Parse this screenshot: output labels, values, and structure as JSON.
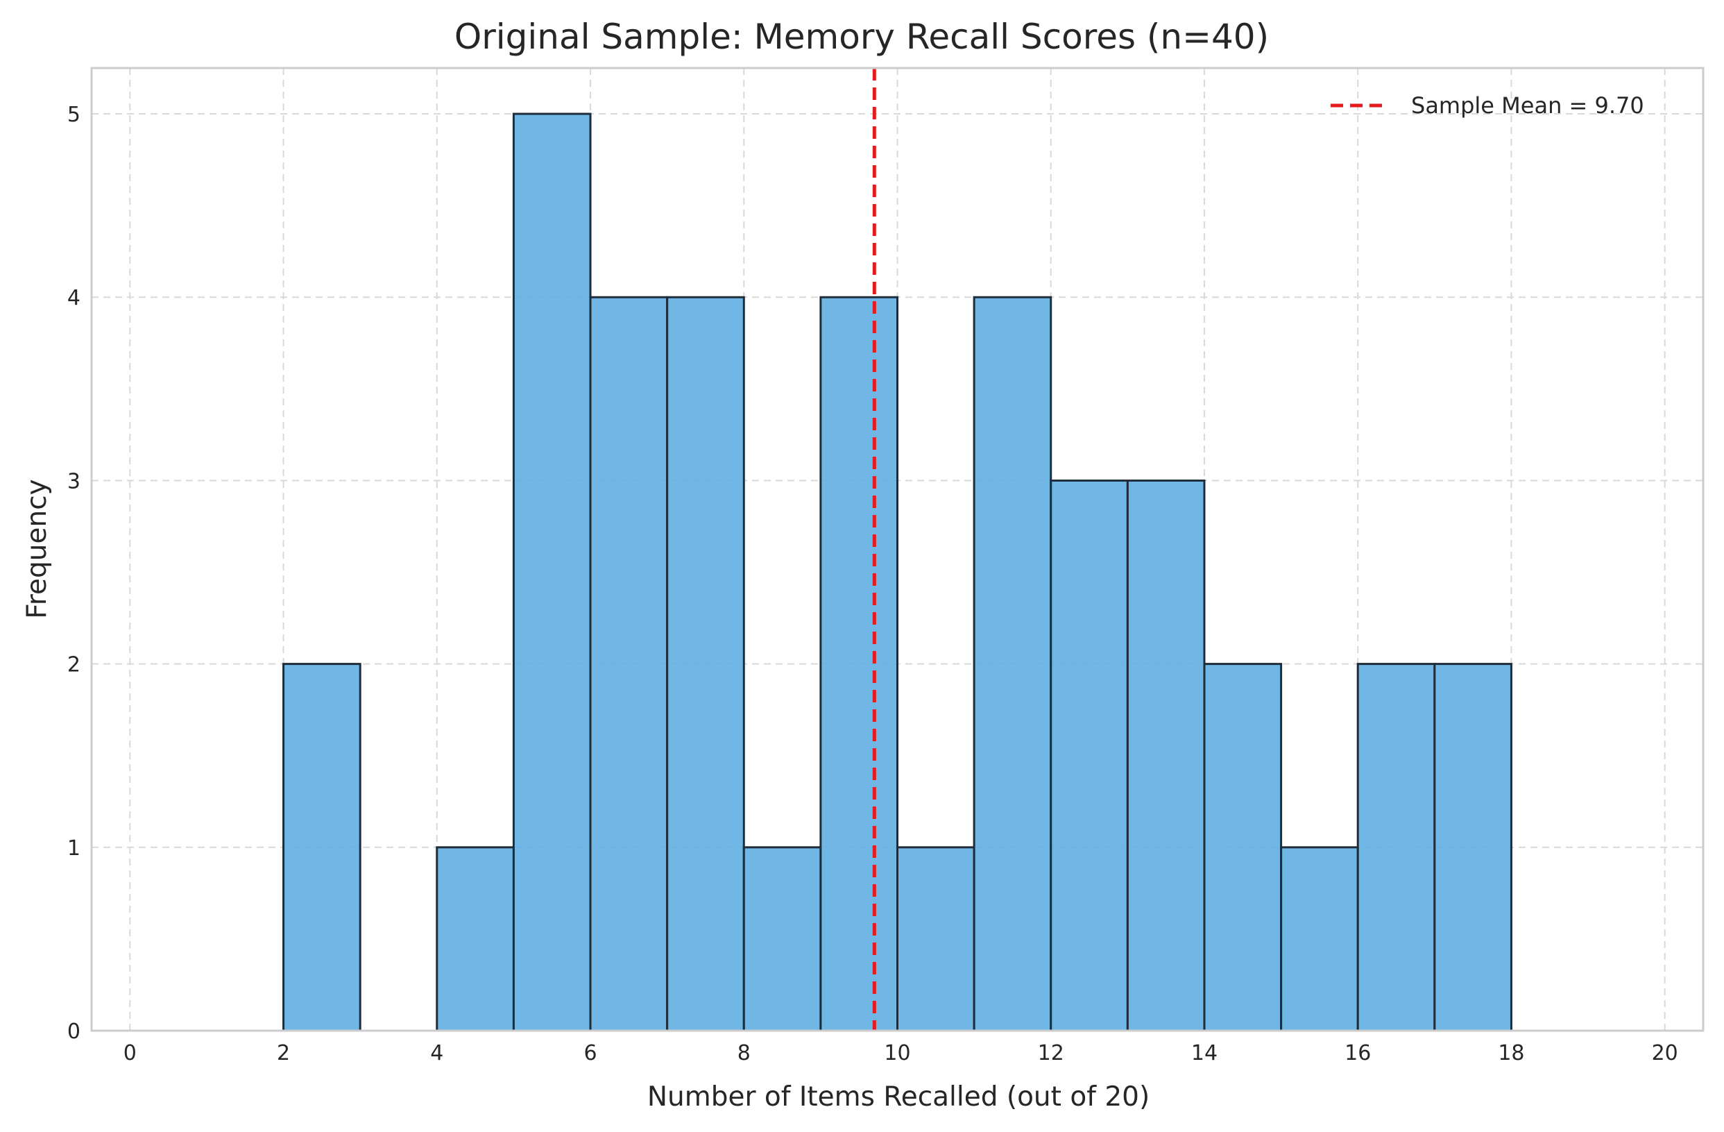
{
  "chart_data": {
    "type": "bar",
    "title": "Original Sample: Memory Recall Scores (n=40)",
    "xlabel": "Number of Items Recalled (out of 20)",
    "ylabel": "Frequency",
    "xlim": [
      -0.5,
      20.5
    ],
    "ylim": [
      0,
      5.25
    ],
    "xticks": [
      0,
      2,
      4,
      6,
      8,
      10,
      12,
      14,
      16,
      18,
      20
    ],
    "yticks": [
      0,
      1,
      2,
      3,
      4,
      5
    ],
    "bins": [
      {
        "start": 2,
        "end": 3,
        "count": 2
      },
      {
        "start": 4,
        "end": 5,
        "count": 1
      },
      {
        "start": 5,
        "end": 6,
        "count": 5
      },
      {
        "start": 6,
        "end": 7,
        "count": 4
      },
      {
        "start": 7,
        "end": 8,
        "count": 4
      },
      {
        "start": 8,
        "end": 9,
        "count": 1
      },
      {
        "start": 9,
        "end": 10,
        "count": 4
      },
      {
        "start": 10,
        "end": 11,
        "count": 1
      },
      {
        "start": 11,
        "end": 12,
        "count": 4
      },
      {
        "start": 12,
        "end": 13,
        "count": 3
      },
      {
        "start": 13,
        "end": 14,
        "count": 3
      },
      {
        "start": 14,
        "end": 15,
        "count": 2
      },
      {
        "start": 15,
        "end": 16,
        "count": 1
      },
      {
        "start": 16,
        "end": 17,
        "count": 2
      },
      {
        "start": 17,
        "end": 18,
        "count": 2
      }
    ],
    "mean_line": {
      "value": 9.7,
      "label": "Sample Mean = 9.70",
      "color": "#e41a1c"
    },
    "bar_color": "#5dade2",
    "grid": true,
    "legend_position": "top-right"
  }
}
